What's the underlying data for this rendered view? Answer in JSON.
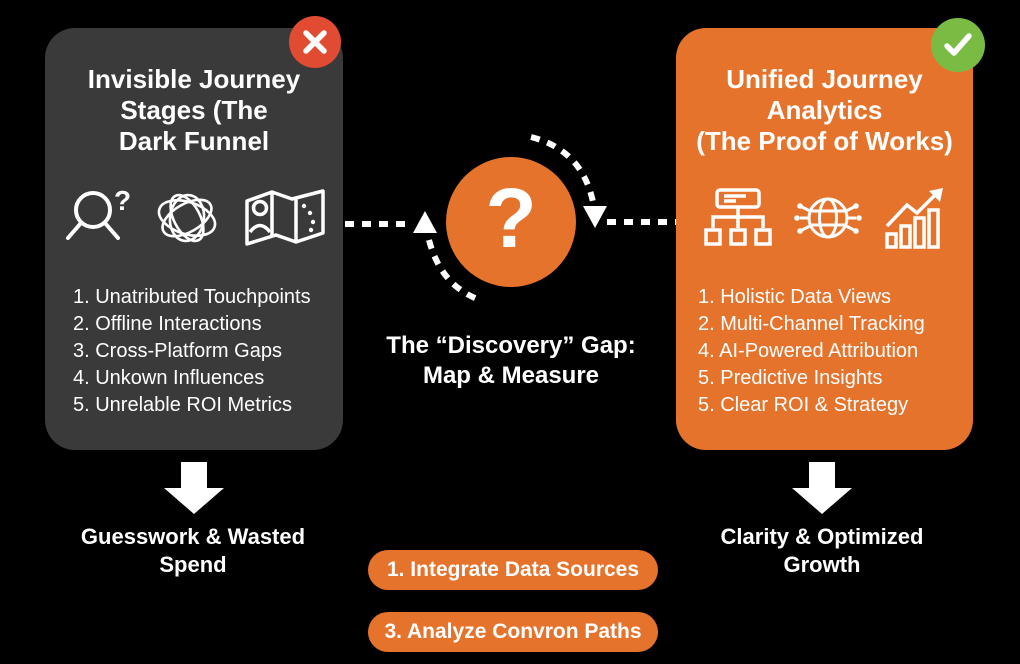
{
  "left_card": {
    "title_lines": [
      "Invisible Journey",
      "Stages (The",
      "Dark Funnel"
    ],
    "items": [
      "1. Unatributed Touchpoints",
      "2. Offline Interactions",
      "3. Cross-Platform Gaps",
      "4. Unkown Influences",
      "5. Unrelable ROI Metrics"
    ],
    "outcome": {
      "line1": "Guesswork & Wasted",
      "line2": "Spend"
    }
  },
  "right_card": {
    "title_lines": [
      "Unified Journey",
      "Analytics",
      "(The Proof of Works)"
    ],
    "items": [
      "1. Holistic Data Views",
      "2. Multi-Channel Tracking",
      "4. AI-Powered Attribution",
      "5. Predictive Insights",
      "5. Clear ROI & Strategy"
    ],
    "outcome": {
      "line1": "Clarity & Optimized",
      "line2": "Growth"
    }
  },
  "center": {
    "question_mark": "?",
    "caption_line1": "The “Discovery” Gap:",
    "caption_line2": "Map & Measure"
  },
  "steps": [
    "1. Integrate Data Sources",
    "3. Analyze Convron Paths"
  ],
  "icons": {
    "left_badge": "x-icon",
    "right_badge": "check-icon",
    "left": [
      "search-question-icon",
      "tangled-network-icon",
      "journey-map-icon"
    ],
    "right": [
      "sitemap-icon",
      "connected-globe-icon",
      "growth-chart-icon"
    ]
  },
  "colors": {
    "background": "#000000",
    "dark_card": "#3A3A3A",
    "orange": "#E6732C",
    "red_badge": "#E14B31",
    "green_badge": "#7ABC43",
    "text": "#FFFFFF"
  }
}
